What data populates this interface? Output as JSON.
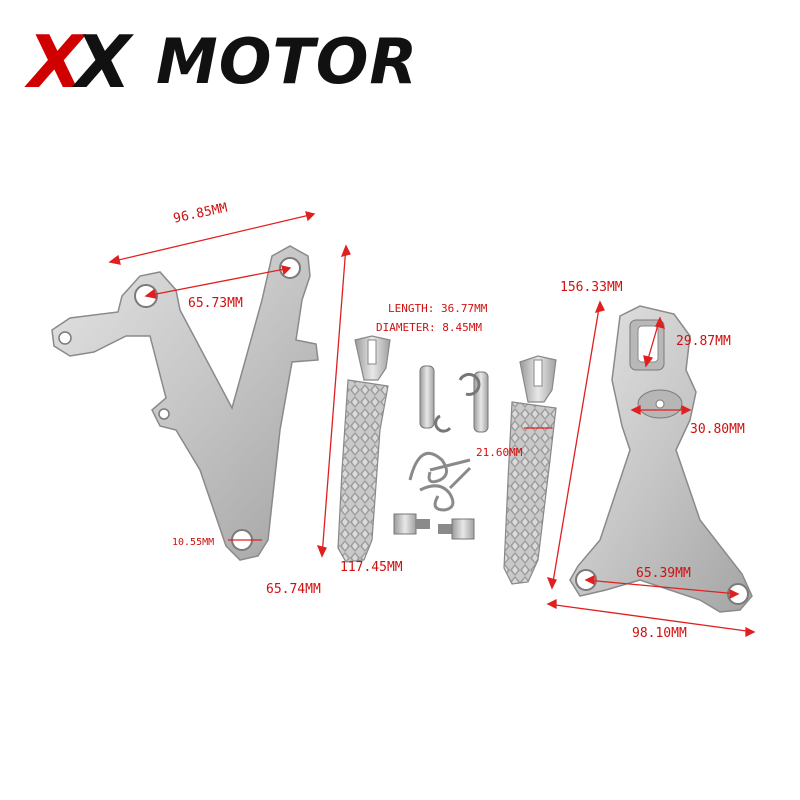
{
  "brand": {
    "logo_x1": "X",
    "logo_x2": "X",
    "logo_word": "MOTOR",
    "colors": {
      "accent": "#d10000",
      "dark": "#111111"
    }
  },
  "dimensions": {
    "left_bracket_width": "96.85MM",
    "left_bracket_hole_span": "65.73MM",
    "left_bracket_hole_dia": "10.55MM",
    "left_bracket_height": "65.74MM",
    "left_peg_length": "117.45MM",
    "pin_length": "LENGTH: 36.77MM",
    "pin_diameter": "DIAMETER: 8.45MM",
    "right_peg_width": "21.60MM",
    "right_bracket_height": "156.33MM",
    "right_bracket_slot": "29.87MM",
    "right_bracket_hole": "30.80MM",
    "right_bracket_hole_span": "65.39MM",
    "right_bracket_width": "98.10MM"
  },
  "colors": {
    "dimension_line": "#e02020",
    "metal": "#c8c8c8",
    "metal_shadow": "#8f8f8f"
  }
}
